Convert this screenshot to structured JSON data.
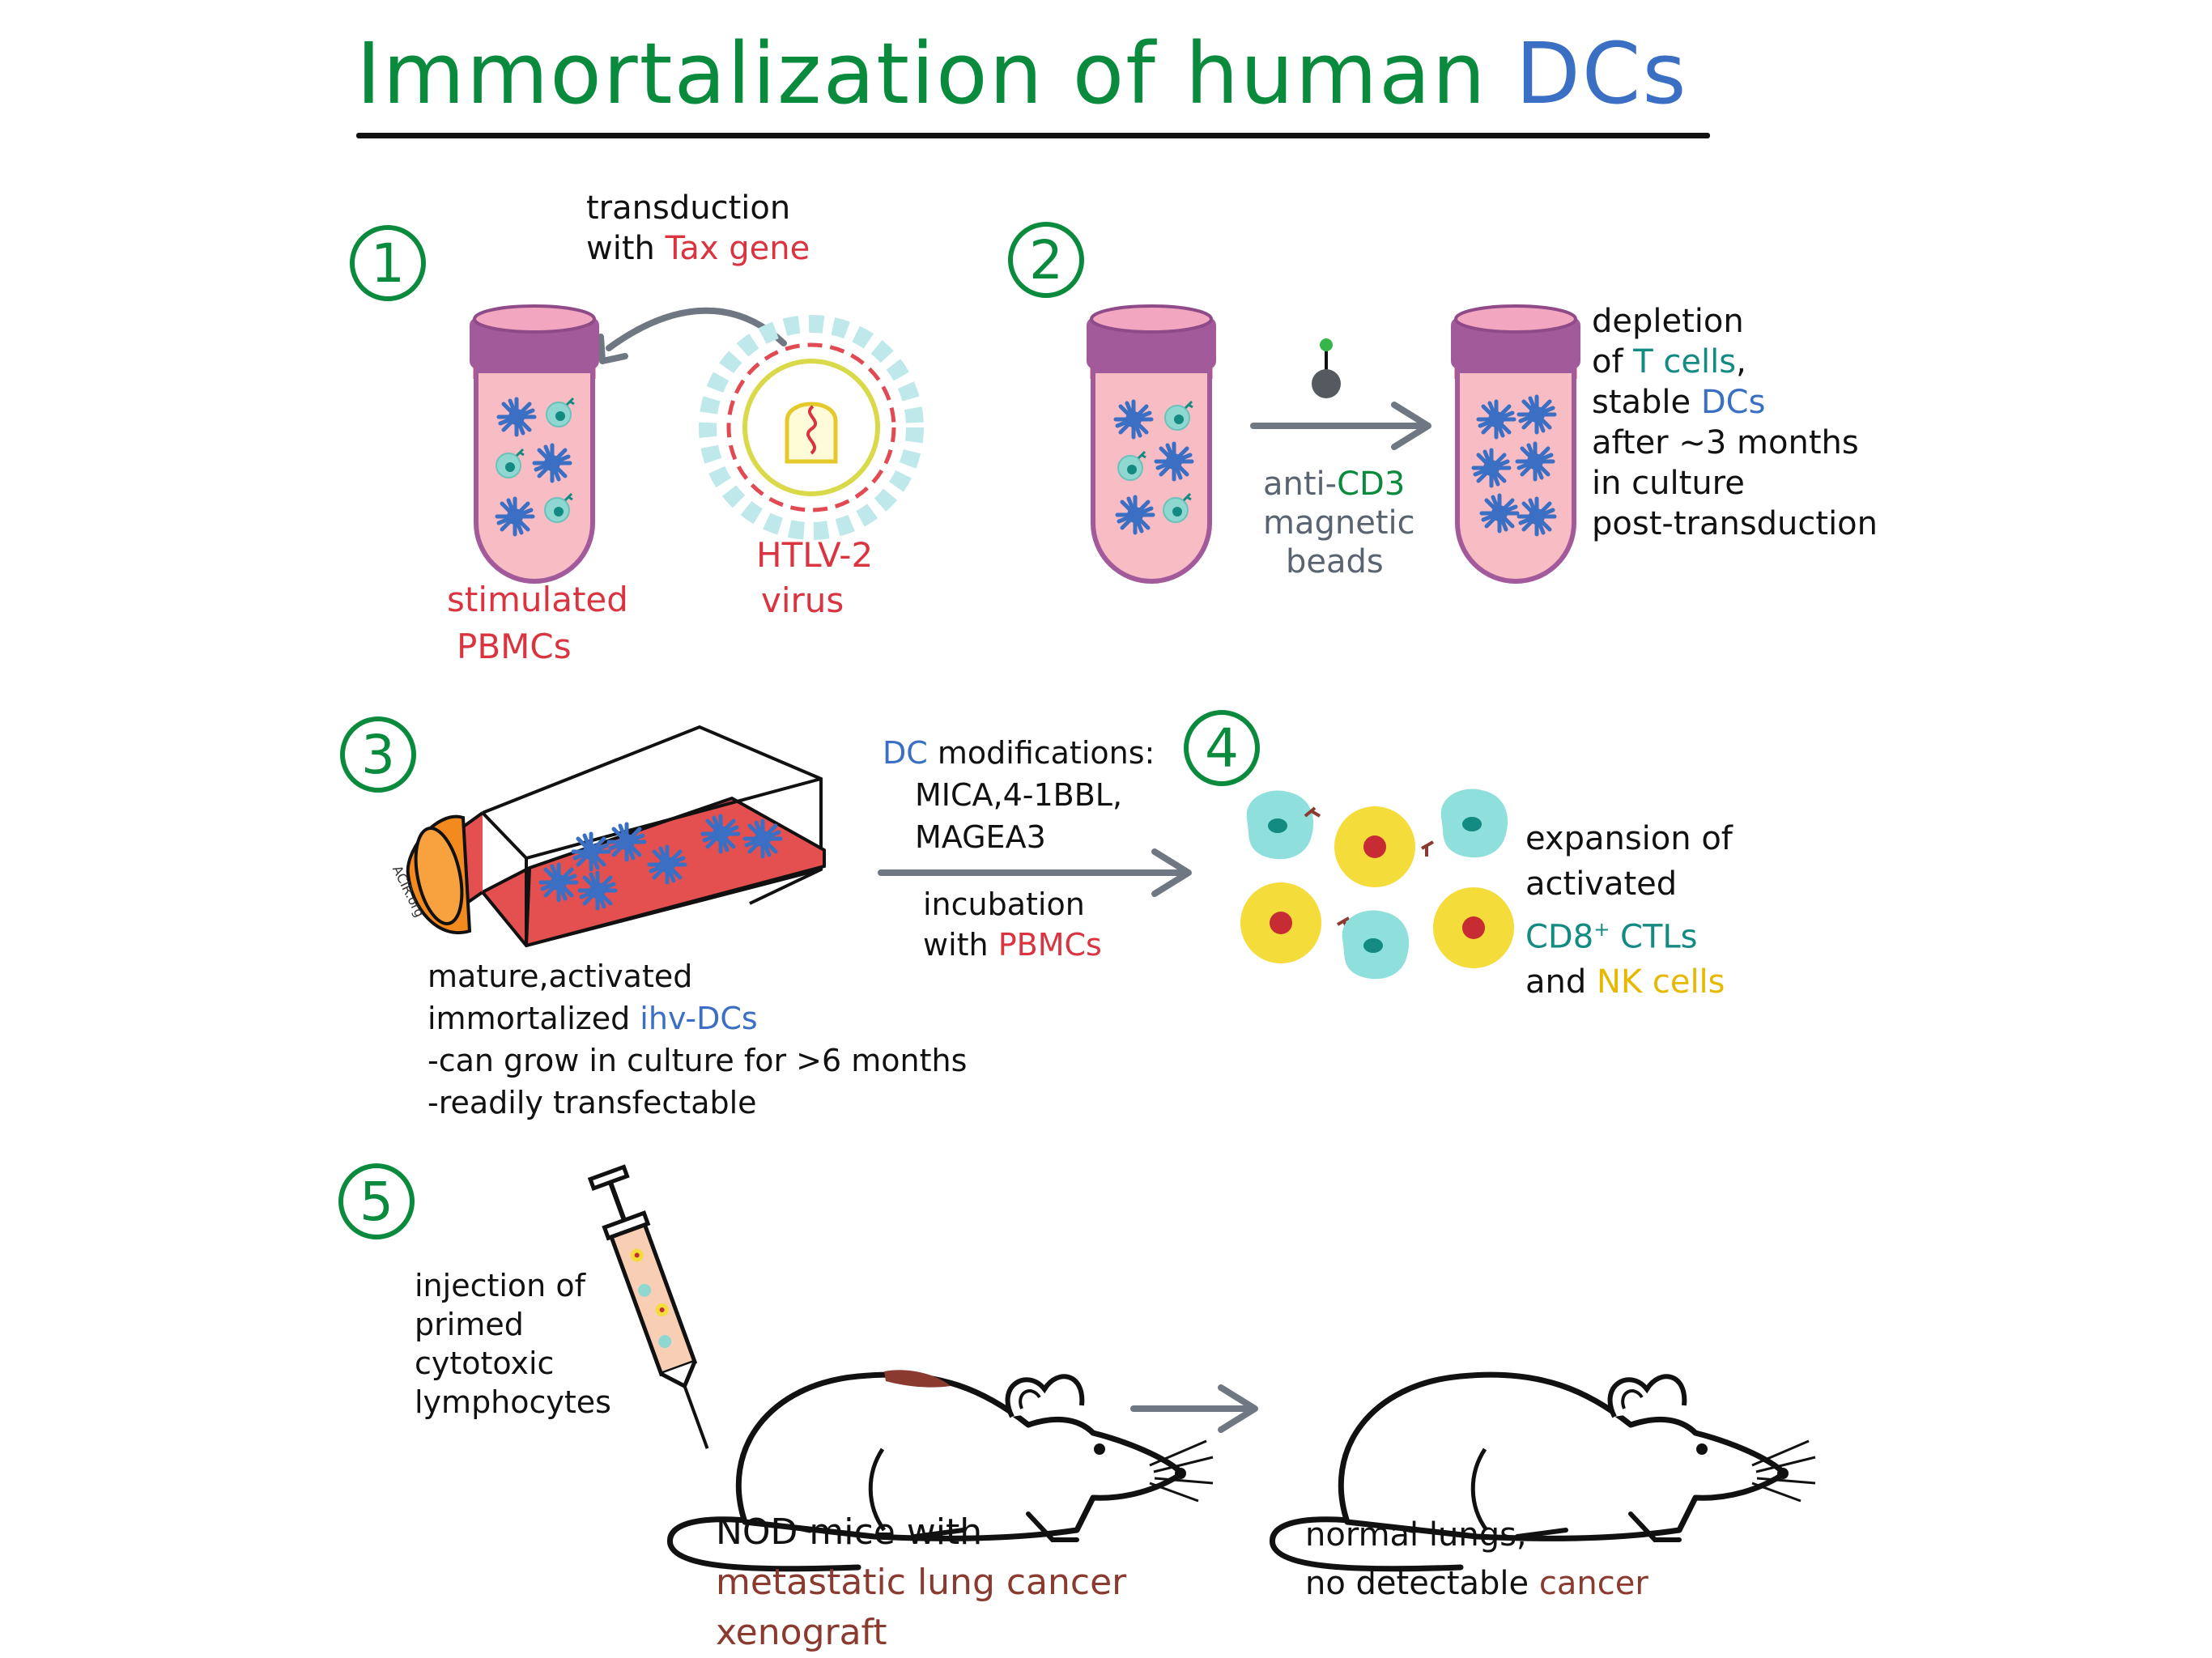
{
  "title": {
    "main": "Immortalization of human ",
    "accent": "DCs"
  },
  "colors": {
    "green": "#0a8a3c",
    "blue": "#3a6fc4",
    "red": "#d9343f",
    "teal": "#138a82",
    "yellow": "#f4dc3a",
    "brown": "#8b3a30",
    "tube_cap": "#a35a9b",
    "tube_fill": "#f7bcc4",
    "flask_cap": "#f28a1e",
    "flask_liquid": "#e3504f",
    "arrow_gray": "#6f7882"
  },
  "steps": [
    "1",
    "2",
    "3",
    "4",
    "5"
  ],
  "step1": {
    "transduction_line1": "transduction",
    "transduction_line2_a": "with ",
    "transduction_line2_b": "Tax gene",
    "tube_label_1": "stimulated",
    "tube_label_2": "PBMCs",
    "virus_label_1": "HTLV-2",
    "virus_label_2": "virus"
  },
  "step2": {
    "beads_line1_a": "anti-",
    "beads_line1_b": "CD3",
    "beads_line2": "magnetic",
    "beads_line3": "beads",
    "desc_1": "depletion",
    "desc_2_a": "of ",
    "desc_2_b": "T cells",
    "desc_2_c": ",",
    "desc_3_a": "stable ",
    "desc_3_b": "DCs",
    "desc_4": "after ~3 months",
    "desc_5": "in culture",
    "desc_6": "post-transduction"
  },
  "step3": {
    "flask_cap_text": "ACIR.org",
    "desc_1": "mature,activated",
    "desc_2_a": "immortalized ",
    "desc_2_b": "ihv-DCs",
    "desc_3": "-can grow in culture for >6 months",
    "desc_4": "-readily transfectable"
  },
  "arrow34": {
    "mod_1_a": "DC",
    "mod_1_b": " modifications:",
    "mod_2": "MICA,4-1BBL,",
    "mod_3": "MAGEA3",
    "incub_1": "incubation",
    "incub_2_a": "with ",
    "incub_2_b": "PBMCs"
  },
  "step4": {
    "desc_1": "expansion of",
    "desc_2": "activated",
    "desc_3_a": "CD8",
    "desc_3_sup": "+",
    "desc_3_b": " CTLs",
    "desc_4_a": "and ",
    "desc_4_b": "NK cells"
  },
  "step5": {
    "inj_1": "injection of",
    "inj_2": "primed",
    "inj_3": "cytotoxic",
    "inj_4": "lymphocytes",
    "mouse1_1": "NOD mice with",
    "mouse1_2": "metastatic lung cancer",
    "mouse1_3": "xenograft",
    "mouse2_1": "normal lungs,",
    "mouse2_2_a": "no detectable ",
    "mouse2_2_b": "cancer"
  }
}
